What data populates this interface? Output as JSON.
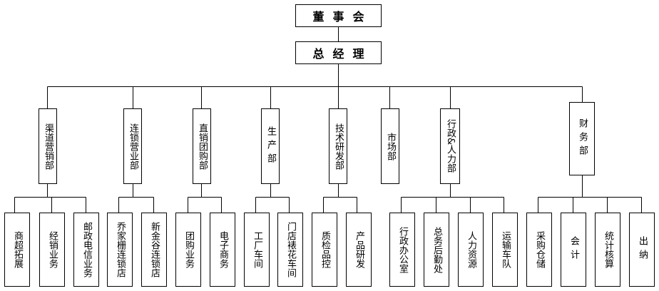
{
  "top": {
    "board": "董事会",
    "ceo": "总经理"
  },
  "departments": [
    {
      "name": "渠道营销部",
      "subs": [
        "商超拓展",
        "经销业务",
        "邮政电信业务"
      ]
    },
    {
      "name": "连锁营业部",
      "subs": [
        "乔家栅连锁店",
        "新金谷连锁店"
      ]
    },
    {
      "name": "直销团购部",
      "subs": [
        "团购业务",
        "电子商务"
      ]
    },
    {
      "name": "生产部",
      "subs": [
        "工厂车间",
        "门店裱花车间"
      ]
    },
    {
      "name": "技术研发部",
      "subs": [
        "质检品控",
        "产品研发"
      ]
    },
    {
      "name": "市场部",
      "subs": []
    },
    {
      "name": "行政&人力部",
      "subs": [
        "行政办公室",
        "总务后勤处",
        "人力资源",
        "运输车队"
      ]
    },
    {
      "name": "财务部",
      "subs": [
        "采购仓储",
        "会计",
        "统计核算",
        "出纳"
      ]
    }
  ]
}
